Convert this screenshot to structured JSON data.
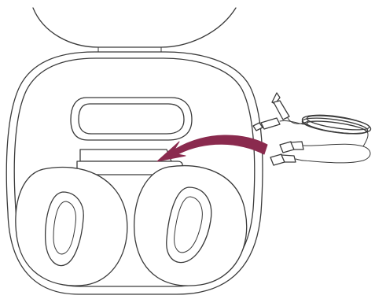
{
  "figure": {
    "parts": [
      "headband",
      "carrying-case",
      "case-pocket",
      "cable-holder",
      "left-earcup",
      "right-earcup",
      "headphone-cable",
      "usb-cable",
      "insert-arrow"
    ],
    "colors": {
      "outline": "#3a3a3a",
      "background": "#ffffff",
      "arrow": "#8a2a4e"
    },
    "icons": {
      "arrow": "curved-arrow-left"
    }
  }
}
